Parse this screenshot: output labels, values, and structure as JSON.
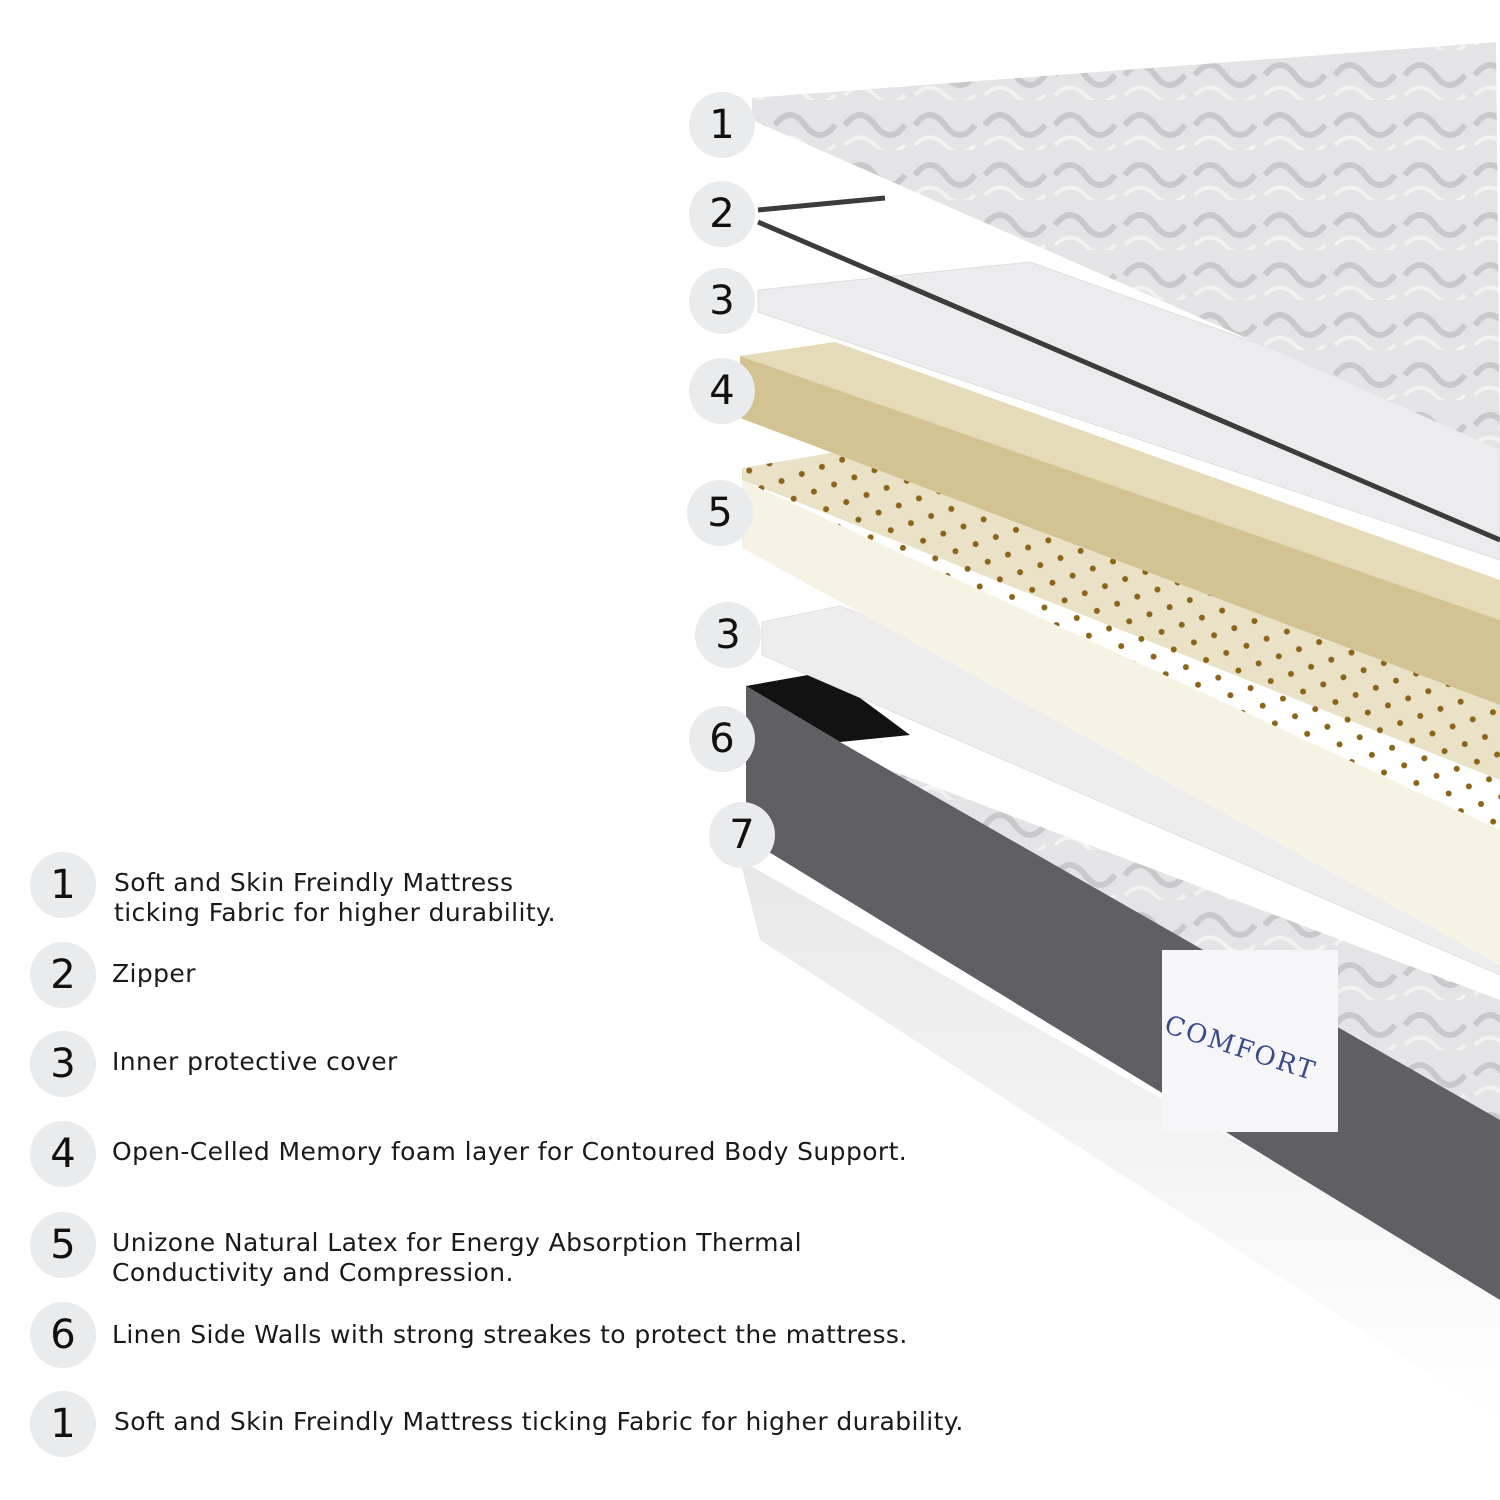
{
  "callouts": [
    "1",
    "2",
    "3",
    "4",
    "5",
    "3",
    "6",
    "7"
  ],
  "legend": [
    {
      "num": "1",
      "text": "Soft and Skin Freindly  Mattress\nticking Fabric for higher durability."
    },
    {
      "num": "2",
      "text": "Zipper"
    },
    {
      "num": "3",
      "text": "Inner protective cover"
    },
    {
      "num": "4",
      "text": "Open-Celled Memory foam layer for Contoured Body Support."
    },
    {
      "num": "5",
      "text": "Unizone Natural Latex for Energy Absorption Thermal\nConductivity and Compression."
    },
    {
      "num": "6",
      "text": "Linen Side Walls with strong streakes to protect the mattress."
    },
    {
      "num": "1",
      "text": "Soft and Skin Freindly  Mattress ticking Fabric for higher durability."
    }
  ],
  "brand": {
    "logo_text": "COMFORT"
  },
  "colors": {
    "fabric": "#dcdcde",
    "cover": "#eeeeef",
    "memory_foam": "#e9dfc1",
    "latex": "#f3efdc",
    "latex_dots": "#8a6418",
    "side_wall": "#5f5f63",
    "zipper": "#3c3c3c"
  }
}
